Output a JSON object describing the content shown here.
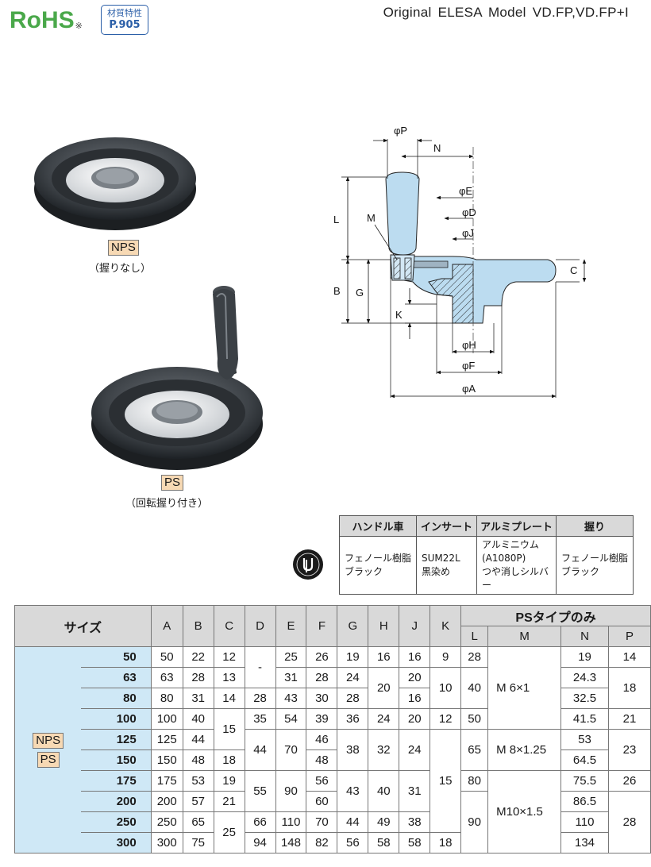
{
  "header": {
    "rohs": "RoHS",
    "rohs_mark": "※",
    "material_label": "材質特性",
    "material_page": "P.905",
    "model": "Original  ELESA  Model  VD.FP,VD.FP+I"
  },
  "photos": {
    "nps_tag": "NPS",
    "nps_caption": "（握りなし）",
    "ps_tag": "PS",
    "ps_caption": "（回転握り付き）"
  },
  "drawing": {
    "labels": {
      "P": "φP",
      "N": "N",
      "E": "φE",
      "D": "φD",
      "J": "φJ",
      "L": "L",
      "M": "M",
      "C": "C",
      "B": "B",
      "G": "G",
      "K": "K",
      "H": "φH",
      "F": "φF",
      "A": "φA"
    }
  },
  "materials": {
    "headers": [
      "ハンドル車",
      "インサート",
      "アルミプレート",
      "握り"
    ],
    "rows": [
      [
        "フェノール樹脂\nブラック",
        "SUM22L\n黒染め",
        "アルミニウム\n(A1080P)\nつや消しシルバー",
        "フェノール樹脂\nブラック"
      ]
    ]
  },
  "dimensions": {
    "size_header": "サイズ",
    "ps_only_header": "PSタイプのみ",
    "columns": [
      "A",
      "B",
      "C",
      "D",
      "E",
      "F",
      "G",
      "H",
      "J",
      "K",
      "L",
      "M",
      "N",
      "P"
    ],
    "types": [
      "NPS",
      "PS"
    ],
    "dash": "-",
    "sizes": [
      "50",
      "63",
      "80",
      "100",
      "125",
      "150",
      "175",
      "200",
      "250",
      "300"
    ],
    "A": [
      "50",
      "63",
      "80",
      "100",
      "125",
      "150",
      "175",
      "200",
      "250",
      "300"
    ],
    "B": [
      "22",
      "28",
      "31",
      "40",
      "44",
      "48",
      "53",
      "57",
      "65",
      "75"
    ],
    "C": [
      "12",
      "13",
      "14",
      "15",
      "18",
      "19",
      "21",
      "25"
    ],
    "D": [
      "28",
      "35",
      "44",
      "55",
      "66",
      "94"
    ],
    "E": [
      "25",
      "31",
      "43",
      "54",
      "70",
      "90",
      "110",
      "148"
    ],
    "F": [
      "26",
      "28",
      "30",
      "39",
      "46",
      "48",
      "56",
      "60",
      "70",
      "82"
    ],
    "G": [
      "19",
      "24",
      "28",
      "36",
      "38",
      "43",
      "44",
      "56"
    ],
    "H": [
      "16",
      "20",
      "24",
      "32",
      "40",
      "49",
      "58"
    ],
    "J": [
      "16",
      "20",
      "16",
      "20",
      "24",
      "31",
      "38",
      "58"
    ],
    "K": [
      "9",
      "10",
      "12",
      "15",
      "18"
    ],
    "L": [
      "28",
      "40",
      "50",
      "65",
      "80",
      "90"
    ],
    "M": [
      "M  6×1",
      "M  8×1.25",
      "M10×1.5"
    ],
    "N": [
      "19",
      "24.3",
      "32.5",
      "41.5",
      "53",
      "64.5",
      "75.5",
      "86.5",
      "110",
      "134"
    ],
    "P": [
      "14",
      "18",
      "21",
      "23",
      "26",
      "28"
    ]
  },
  "colors": {
    "rohs_green": "#4aa84a",
    "link_blue": "#2b5fa8",
    "tag_orange": "#f7d9b4",
    "size_blue": "#cfe8f6",
    "header_gray": "#d9d9d9",
    "part_blue": "#bcdcf0"
  }
}
